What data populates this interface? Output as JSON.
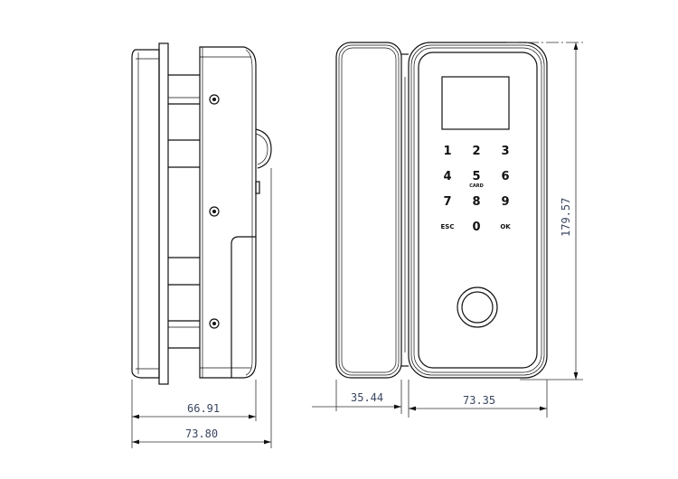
{
  "dimensions": {
    "side_depth_body": "66.91",
    "side_depth_total": "73.80",
    "handle_width": "35.44",
    "front_width": "73.35",
    "height": "179.57"
  },
  "keypad": {
    "keys": [
      "1",
      "2",
      "3",
      "4",
      "5",
      "6",
      "7",
      "8",
      "9",
      "ESC",
      "0",
      "OK"
    ],
    "card_label": "CARD"
  }
}
